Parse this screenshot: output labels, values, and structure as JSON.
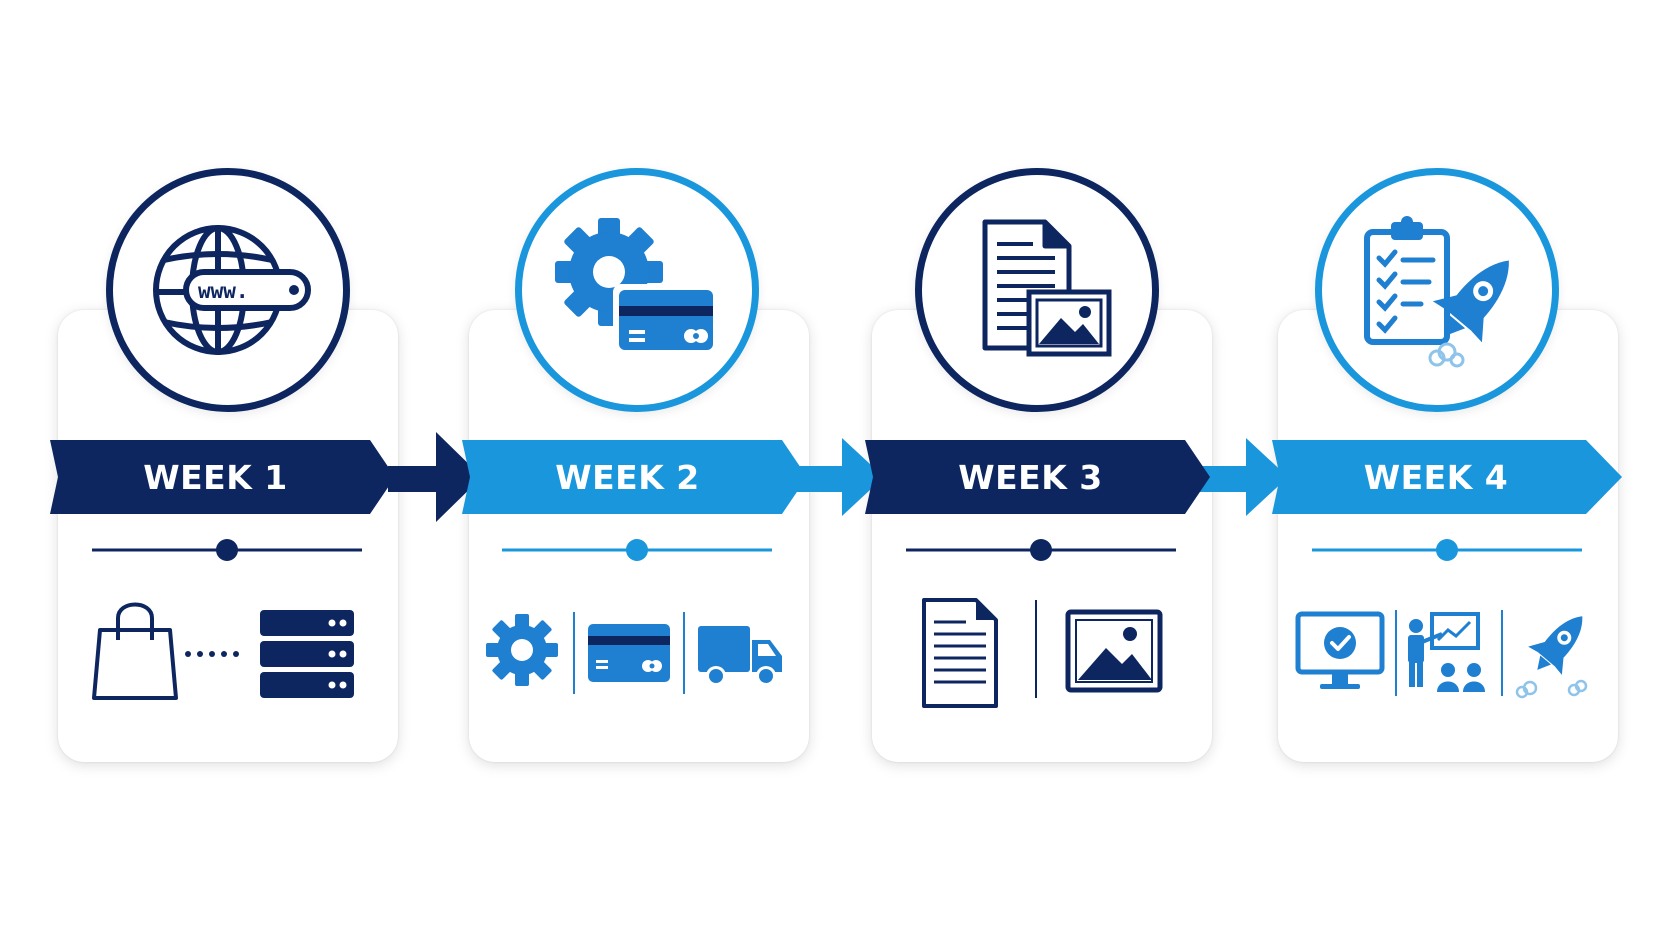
{
  "weeks": [
    {
      "label": "WEEK 1"
    },
    {
      "label": "WEEK 2"
    },
    {
      "label": "WEEK 3"
    },
    {
      "label": "WEEK 4"
    }
  ],
  "colors": {
    "navy": "#0d2660",
    "blue": "#1a96dc",
    "mid_blue": "#1f7fd0"
  },
  "icons": {
    "week1_top": "globe-www-icon",
    "week1_bottom": [
      "shopping-bag-icon",
      "server-icon"
    ],
    "week2_top": "gear-credit-card-icon",
    "week2_bottom": [
      "gear-icon",
      "credit-card-icon",
      "delivery-truck-icon"
    ],
    "week3_top": "document-image-icon",
    "week3_bottom": [
      "document-icon",
      "image-icon"
    ],
    "week4_top": "checklist-rocket-icon",
    "week4_bottom": [
      "monitor-check-icon",
      "presentation-icon",
      "rocket-icon"
    ]
  },
  "globe_text": "www."
}
